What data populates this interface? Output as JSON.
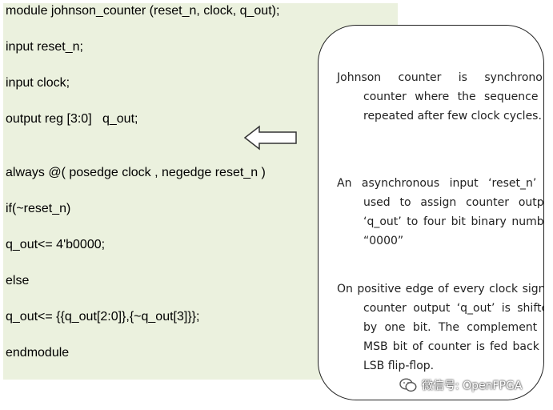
{
  "code": {
    "lines": [
      "module johnson_counter (reset_n, clock, q_out);",
      "input reset_n;",
      "input clock;",
      "output reg [3:0]   q_out;",
      "always @( posedge clock , negedge reset_n )",
      "if(~reset_n)",
      "q_out<= 4'b0000;",
      "else",
      "q_out<= {{q_out[2:0]},{~q_out[3]}};",
      "endmodule"
    ]
  },
  "notes": [
    "Johnson counter is synchronous counter where the sequence is repeated after few clock cycles.",
    "An asynchronous input ‘reset_n’ is used to assign counter output ‘q_out’ to four bit binary number “0000”",
    "On positive edge of every clock signal counter output ‘q_out’ is shifted by one bit. The complement of MSB bit of counter is fed back to LSB flip-flop."
  ],
  "watermark": {
    "text": "微信号: OpenFPGA",
    "icon": "wechat-icon"
  },
  "colors": {
    "code_background": "#ebf1de",
    "box_border": "#222222"
  }
}
